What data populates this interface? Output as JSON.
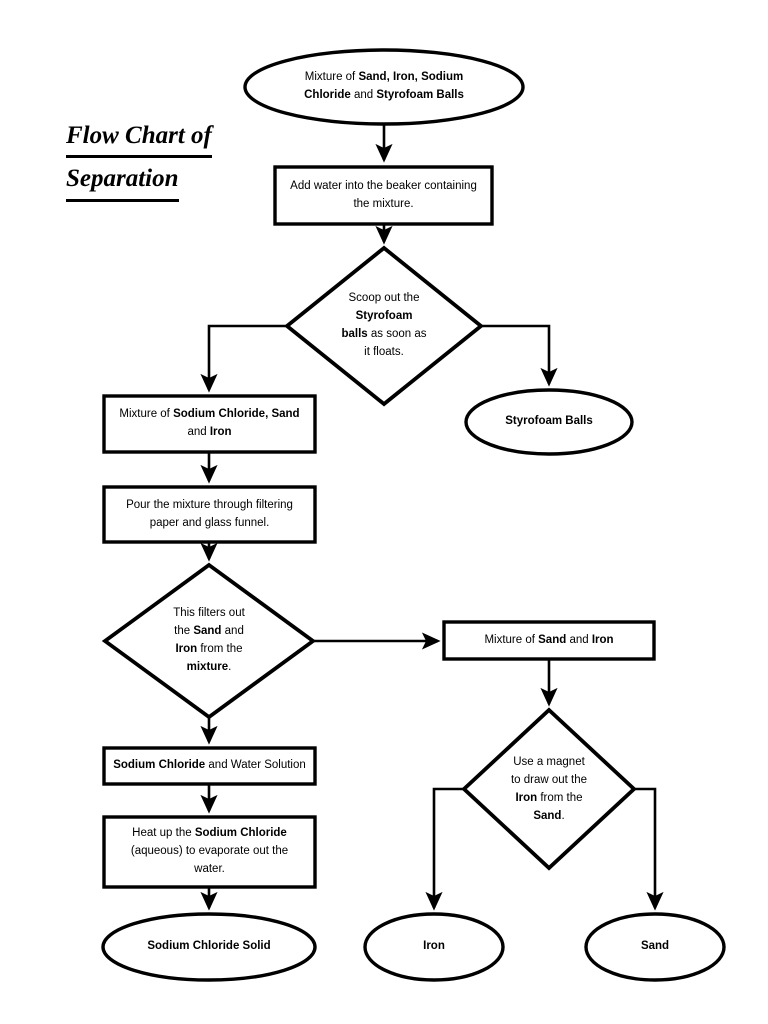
{
  "title": {
    "line1": "Flow Chart of",
    "line2": "Separation"
  },
  "colors": {
    "stroke": "#000000",
    "fill": "#ffffff",
    "text": "#000000"
  },
  "chart_data": {
    "type": "diagram",
    "diagram_kind": "flowchart",
    "title": "Flow Chart of Separation",
    "nodes": [
      {
        "id": "start-mixture",
        "shape": "ellipse",
        "text": "Mixture of Sand, Iron, Sodium Chloride and Styrofoam Balls",
        "bold_parts": [
          "Sand, Iron, Sodium",
          "Chloride",
          "Styrofoam Balls"
        ]
      },
      {
        "id": "add-water",
        "shape": "rectangle",
        "text": "Add water into the beaker containing the mixture."
      },
      {
        "id": "scoop-styrofoam",
        "shape": "diamond",
        "text": "Scoop out the Styrofoam balls as soon as it floats.",
        "bold_parts": [
          "Styrofoam",
          "balls"
        ]
      },
      {
        "id": "styrofoam-balls-out",
        "shape": "ellipse",
        "text": "Styrofoam Balls",
        "bold_parts": [
          "Styrofoam Balls"
        ]
      },
      {
        "id": "mixture-nacl-sand-iron",
        "shape": "rectangle",
        "text": "Mixture of Sodium Chloride, Sand and Iron",
        "bold_parts": [
          "Sodium Chloride, Sand",
          "Iron"
        ]
      },
      {
        "id": "pour-filter",
        "shape": "rectangle",
        "text": "Pour the mixture through filtering paper and glass funnel."
      },
      {
        "id": "filters-out",
        "shape": "diamond",
        "text": "This filters out the Sand and Iron from the mixture.",
        "bold_parts": [
          "Sand",
          "Iron",
          "mixture"
        ]
      },
      {
        "id": "mixture-sand-iron",
        "shape": "rectangle",
        "text": "Mixture of Sand and Iron",
        "bold_parts": [
          "Sand",
          "Iron"
        ]
      },
      {
        "id": "nacl-water-solution",
        "shape": "rectangle",
        "text": "Sodium Chloride and Water Solution",
        "bold_parts": [
          "Sodium Chloride"
        ]
      },
      {
        "id": "use-magnet",
        "shape": "diamond",
        "text": "Use a magnet to draw out the Iron from the Sand.",
        "bold_parts": [
          "Iron",
          "Sand"
        ]
      },
      {
        "id": "heat-up",
        "shape": "rectangle",
        "text": "Heat up the Sodium Chloride (aqueous) to evaporate out the water.",
        "bold_parts": [
          "Sodium Chloride"
        ]
      },
      {
        "id": "nacl-solid",
        "shape": "ellipse",
        "text": "Sodium Chloride Solid",
        "bold_parts": [
          "Sodium Chloride Solid"
        ]
      },
      {
        "id": "iron-out",
        "shape": "ellipse",
        "text": "Iron",
        "bold_parts": [
          "Iron"
        ]
      },
      {
        "id": "sand-out",
        "shape": "ellipse",
        "text": "Sand",
        "bold_parts": [
          "Sand"
        ]
      }
    ],
    "edges": [
      {
        "from": "start-mixture",
        "to": "add-water"
      },
      {
        "from": "add-water",
        "to": "scoop-styrofoam"
      },
      {
        "from": "scoop-styrofoam",
        "to": "mixture-nacl-sand-iron"
      },
      {
        "from": "scoop-styrofoam",
        "to": "styrofoam-balls-out"
      },
      {
        "from": "mixture-nacl-sand-iron",
        "to": "pour-filter"
      },
      {
        "from": "pour-filter",
        "to": "filters-out"
      },
      {
        "from": "filters-out",
        "to": "mixture-sand-iron"
      },
      {
        "from": "filters-out",
        "to": "nacl-water-solution"
      },
      {
        "from": "nacl-water-solution",
        "to": "heat-up"
      },
      {
        "from": "heat-up",
        "to": "nacl-solid"
      },
      {
        "from": "mixture-sand-iron",
        "to": "use-magnet"
      },
      {
        "from": "use-magnet",
        "to": "iron-out"
      },
      {
        "from": "use-magnet",
        "to": "sand-out"
      }
    ]
  },
  "nodes": {
    "start_mixture": {
      "l1a": "Mixture of ",
      "l1b": "Sand, Iron, Sodium",
      "l2a": "Chloride",
      "l2b": " and ",
      "l2c": "Styrofoam Balls"
    },
    "add_water": {
      "l1": "Add water into the beaker containing",
      "l2": "the mixture."
    },
    "scoop_styrofoam": {
      "l1": "Scoop out the",
      "l2": "Styrofoam",
      "l3a": "balls",
      "l3b": " as soon as",
      "l4": "it floats."
    },
    "styrofoam_balls_out": {
      "label": "Styrofoam Balls"
    },
    "mixture_nacl_sand_iron": {
      "l1a": "Mixture of ",
      "l1b": "Sodium Chloride, Sand",
      "l2a": "and ",
      "l2b": "Iron"
    },
    "pour_filter": {
      "l1": "Pour the mixture through filtering",
      "l2": "paper and glass funnel."
    },
    "filters_out": {
      "l1": "This filters out",
      "l2a": "the ",
      "l2b": "Sand",
      "l2c": " and",
      "l3a": "Iron",
      "l3b": " from the",
      "l4a": "mixture",
      "l4b": "."
    },
    "mixture_sand_iron": {
      "p1": "Mixture of ",
      "p2": "Sand",
      "p3": " and ",
      "p4": "Iron"
    },
    "nacl_water_solution": {
      "p1": "Sodium Chloride",
      "p2": " and Water Solution"
    },
    "use_magnet": {
      "l1": "Use a magnet",
      "l2": "to draw out the",
      "l3a": "Iron",
      "l3b": " from the",
      "l4a": "Sand",
      "l4b": "."
    },
    "heat_up": {
      "l1a": "Heat up the ",
      "l1b": "Sodium Chloride",
      "l2": "(aqueous) to evaporate out the",
      "l3": "water."
    },
    "nacl_solid": {
      "label": "Sodium Chloride Solid"
    },
    "iron_out": {
      "label": "Iron"
    },
    "sand_out": {
      "label": "Sand"
    }
  }
}
